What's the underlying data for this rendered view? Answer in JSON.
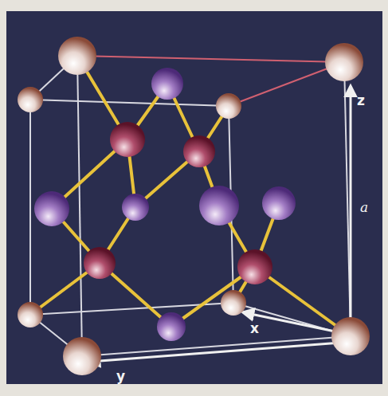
{
  "diagram": {
    "labels": [
      "z",
      "a",
      "x",
      "y"
    ]
  }
}
